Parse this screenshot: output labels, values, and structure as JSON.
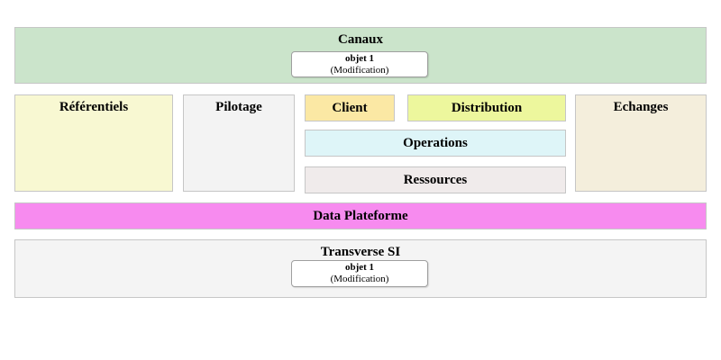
{
  "blocks": {
    "canaux": {
      "label": "Canaux",
      "bg": "#cbe4cb",
      "objet": {
        "title": "objet 1",
        "subtitle": "(Modification)"
      }
    },
    "referentiels": {
      "label": "Référentiels",
      "bg": "#f8f8d2"
    },
    "pilotage": {
      "label": "Pilotage",
      "bg": "#f3f3f3"
    },
    "client": {
      "label": "Client",
      "bg": "#fbe8a4"
    },
    "distribution": {
      "label": "Distribution",
      "bg": "#edf79d"
    },
    "operations": {
      "label": "Operations",
      "bg": "#def5f8"
    },
    "ressources": {
      "label": "Ressources",
      "bg": "#f0ebeb"
    },
    "echanges": {
      "label": "Echanges",
      "bg": "#f4eedc"
    },
    "data_plateforme": {
      "label": "Data Plateforme",
      "bg": "#f78bef"
    },
    "transverse_si": {
      "label": "Transverse SI",
      "bg": "#f4f4f4",
      "objet": {
        "title": "objet 1",
        "subtitle": "(Modification)"
      }
    }
  }
}
